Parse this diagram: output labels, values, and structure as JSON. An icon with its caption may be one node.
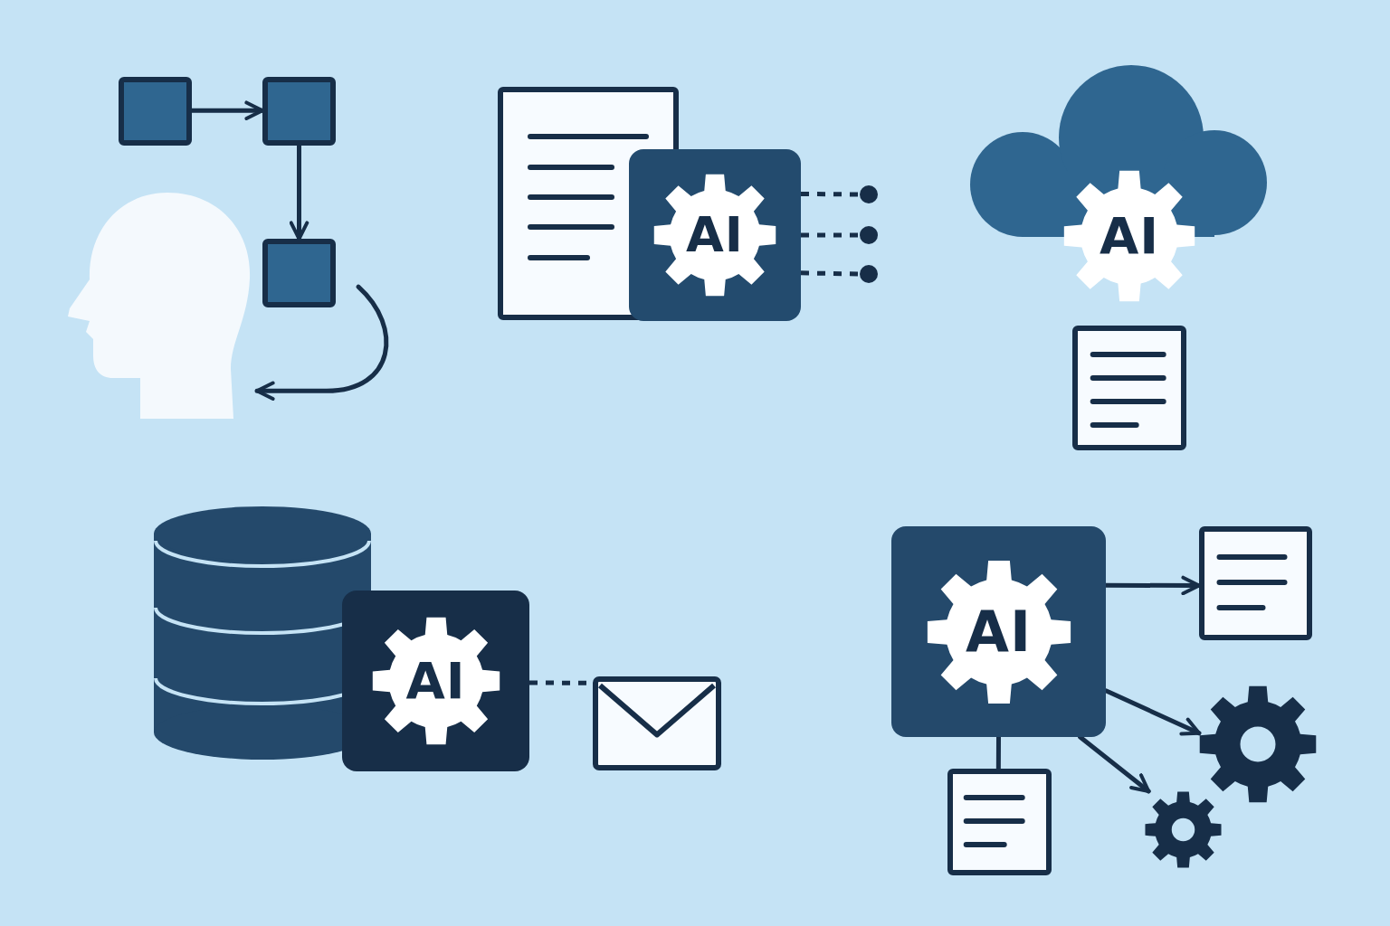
{
  "diagram": {
    "nodes": [
      {
        "text": [],
        "shape": "box"
      },
      {
        "text": [],
        "shape": "box"
      },
      {
        "text": [],
        "shape": "box"
      },
      {
        "text": [],
        "shape": "picture"
      },
      {
        "text": [],
        "shape": "document"
      },
      {
        "text": [
          "AI"
        ]
      },
      {
        "text": [],
        "shape": "circle"
      },
      {
        "text": [],
        "shape": "circle"
      },
      {
        "text": [],
        "shape": "circle"
      },
      {
        "text": [],
        "shape": "cloud"
      },
      {
        "text": [
          "AI"
        ]
      },
      {
        "text": [],
        "shape": "document"
      },
      {
        "text": [],
        "shape": "cylinder"
      },
      {
        "text": [
          "AI"
        ]
      },
      {
        "text": [],
        "shape": "envelope"
      },
      {
        "text": [
          "AI"
        ]
      },
      {
        "text": [],
        "shape": "document"
      },
      {
        "text": [],
        "shape": "gear"
      },
      {
        "text": [],
        "shape": "gear"
      },
      {
        "text": [],
        "shape": "document"
      }
    ],
    "edges": [
      {
        "from": 0,
        "to": 1,
        "arrow": "to"
      },
      {
        "from": 1,
        "to": 2,
        "arrow": "to"
      },
      {
        "from": 2,
        "to": 3,
        "arrow": "to"
      },
      {
        "from": 5,
        "to": 6,
        "arrow": "none",
        "style": "dashed"
      },
      {
        "from": 5,
        "to": 7,
        "arrow": "none",
        "style": "dashed"
      },
      {
        "from": 5,
        "to": 8,
        "arrow": "none",
        "style": "dashed"
      },
      {
        "from": 13,
        "to": 14,
        "arrow": "none",
        "style": "dashed"
      },
      {
        "from": 15,
        "to": 16,
        "arrow": "to"
      },
      {
        "from": 15,
        "to": 17,
        "arrow": "to"
      },
      {
        "from": 15,
        "to": 18,
        "arrow": "to"
      },
      {
        "from": 15,
        "to": 19,
        "arrow": "none"
      }
    ]
  }
}
